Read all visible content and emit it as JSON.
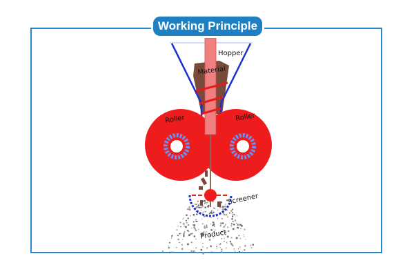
{
  "title": "Working Principle",
  "labels": {
    "hopper": "Hopper",
    "material": "Material",
    "roller_left": "Roller",
    "roller_right": "Roller",
    "screener": "Screener",
    "product": "Product"
  },
  "colors": {
    "accent": "#1f7fc3",
    "roller": "#ee1c1c",
    "material": "#7a4a3a",
    "hopper": "#1a2fd0",
    "shaft": "#f08080"
  }
}
